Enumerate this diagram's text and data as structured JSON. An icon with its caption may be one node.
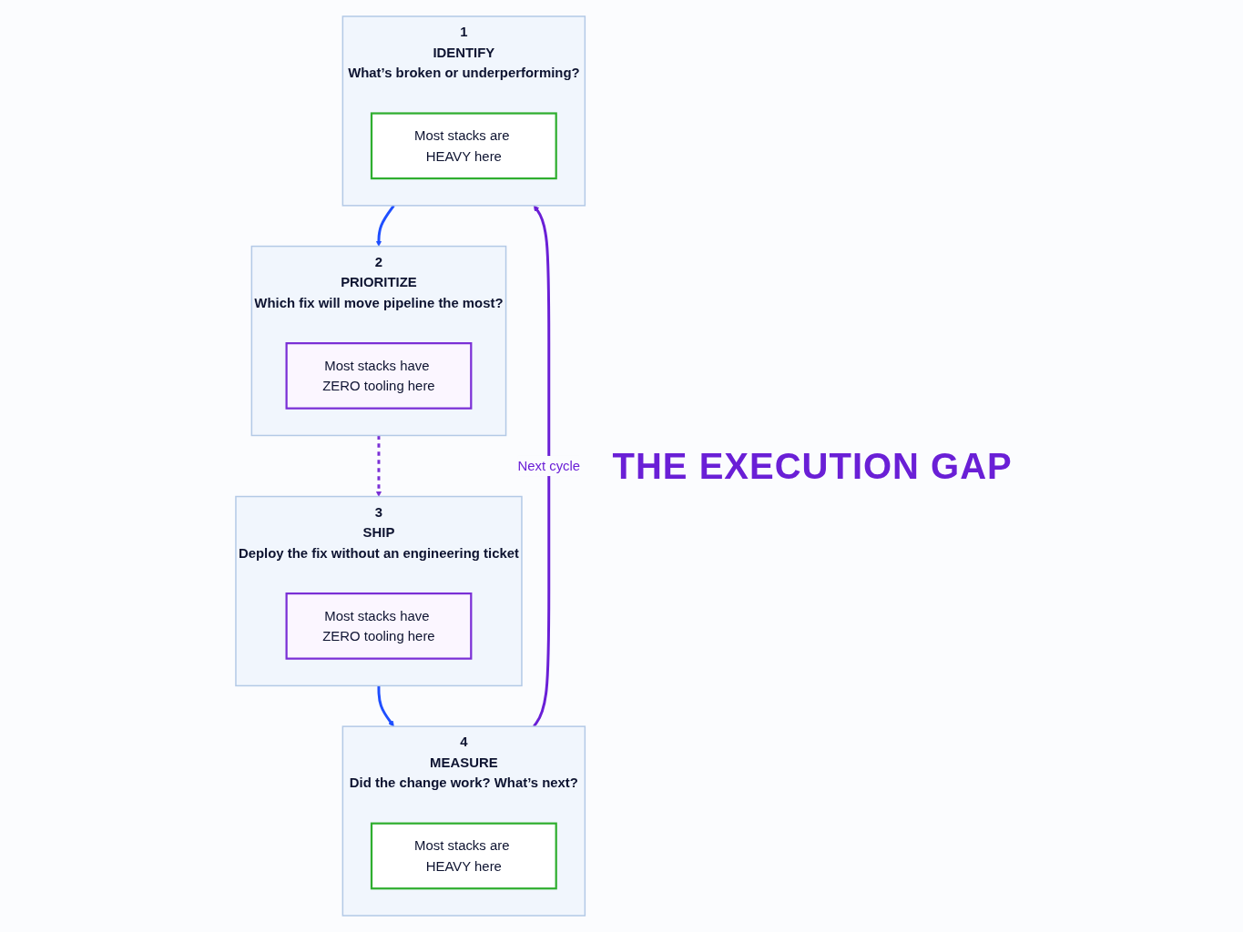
{
  "diagram": {
    "nodes": [
      {
        "text": [
          "1",
          "IDENTIFY",
          "What’s broken or underperforming?"
        ]
      },
      {
        "text": [
          "Most stacks are HEAVY here"
        ],
        "in": 0
      },
      {
        "text": [
          "2",
          "PRIORITIZE",
          "Which fix will move pipeline the most?"
        ]
      },
      {
        "text": [
          "Most stacks have ZERO tooling here"
        ],
        "in": 2
      },
      {
        "text": [
          "3",
          "SHIP",
          "Deploy the fix without an engineering ticket"
        ]
      },
      {
        "text": [
          "Most stacks have ZERO tooling here"
        ],
        "in": 4
      },
      {
        "text": [
          "4",
          "MEASURE",
          "Did the change work? What’s next?"
        ]
      },
      {
        "text": [
          "Most stacks are HEAVY here"
        ],
        "in": 6
      }
    ],
    "edges": [
      {
        "from": 0,
        "to": 2,
        "arrow": "to"
      },
      {
        "from": 2,
        "to": 4,
        "arrow": "to",
        "style": "dashed",
        "color": "#7a2fd6"
      },
      {
        "from": 4,
        "to": 6,
        "arrow": "to"
      },
      {
        "from": 6,
        "to": 0,
        "arrow": "to",
        "label": "Next cycle",
        "color": "#6a1fd6"
      }
    ],
    "labels": [
      "THE EXECUTION GAP"
    ]
  }
}
